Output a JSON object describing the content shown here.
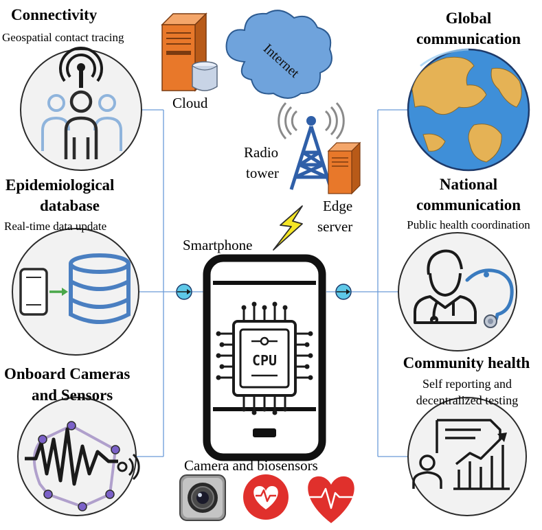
{
  "left": {
    "connectivity": {
      "title": "Connectivity",
      "subtitle": "Geospatial contact tracing",
      "icon": "contact-tracing-icon"
    },
    "epidemiological": {
      "title_line1": "Epidemiological",
      "title_line2": "database",
      "subtitle": "Real-time data update",
      "icon": "phone-database-icon"
    },
    "sensors": {
      "title_line1": "Onboard Cameras",
      "title_line2": "and Sensors",
      "icon": "signal-wave-icon"
    }
  },
  "right": {
    "global": {
      "title_line1": "Global",
      "title_line2": "communication",
      "icon": "globe-icon"
    },
    "national": {
      "title_line1": "National",
      "title_line2": "communication",
      "subtitle": "Public health coordination",
      "icon": "doctor-stethoscope-icon"
    },
    "community": {
      "title": "Community health",
      "subtitle_line1": "Self reporting and",
      "subtitle_line2": "decentralized testing",
      "icon": "health-report-chart-icon"
    }
  },
  "center": {
    "cloud_label": "Cloud",
    "internet_label": "Internet",
    "radio_label_line1": "Radio",
    "radio_label_line2": "tower",
    "edge_label_line1": "Edge",
    "edge_label_line2": "server",
    "smartphone_label": "Smartphone",
    "cpu_label": "CPU",
    "biosensors_label": "Camera and biosensors"
  },
  "colors": {
    "accent_blue": "#4a7fc1",
    "connector_line": "#6a9bd8",
    "server_orange": "#e8782a",
    "cloud_blue": "#6fa3dc",
    "heart_red": "#e0302c",
    "globe_ocean": "#3f8fd8",
    "globe_land": "#e5b255"
  }
}
